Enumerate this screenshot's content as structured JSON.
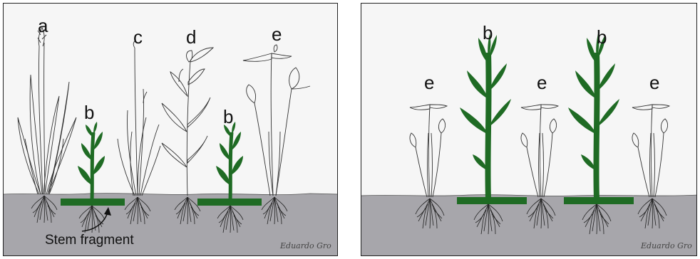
{
  "colors": {
    "background": "#f6f6f6",
    "soil": "#a7a6ab",
    "invasive_plant": "#1f6b24",
    "native_plant_outline": "#333333",
    "root": "#222222"
  },
  "left_panel": {
    "labels": [
      "a",
      "b",
      "c",
      "d",
      "b",
      "e"
    ],
    "caption": "Stem fragment",
    "signature": "Eduardo Gro"
  },
  "right_panel": {
    "labels": [
      "e",
      "b",
      "e",
      "b",
      "e"
    ],
    "signature": "Eduardo Gro"
  }
}
